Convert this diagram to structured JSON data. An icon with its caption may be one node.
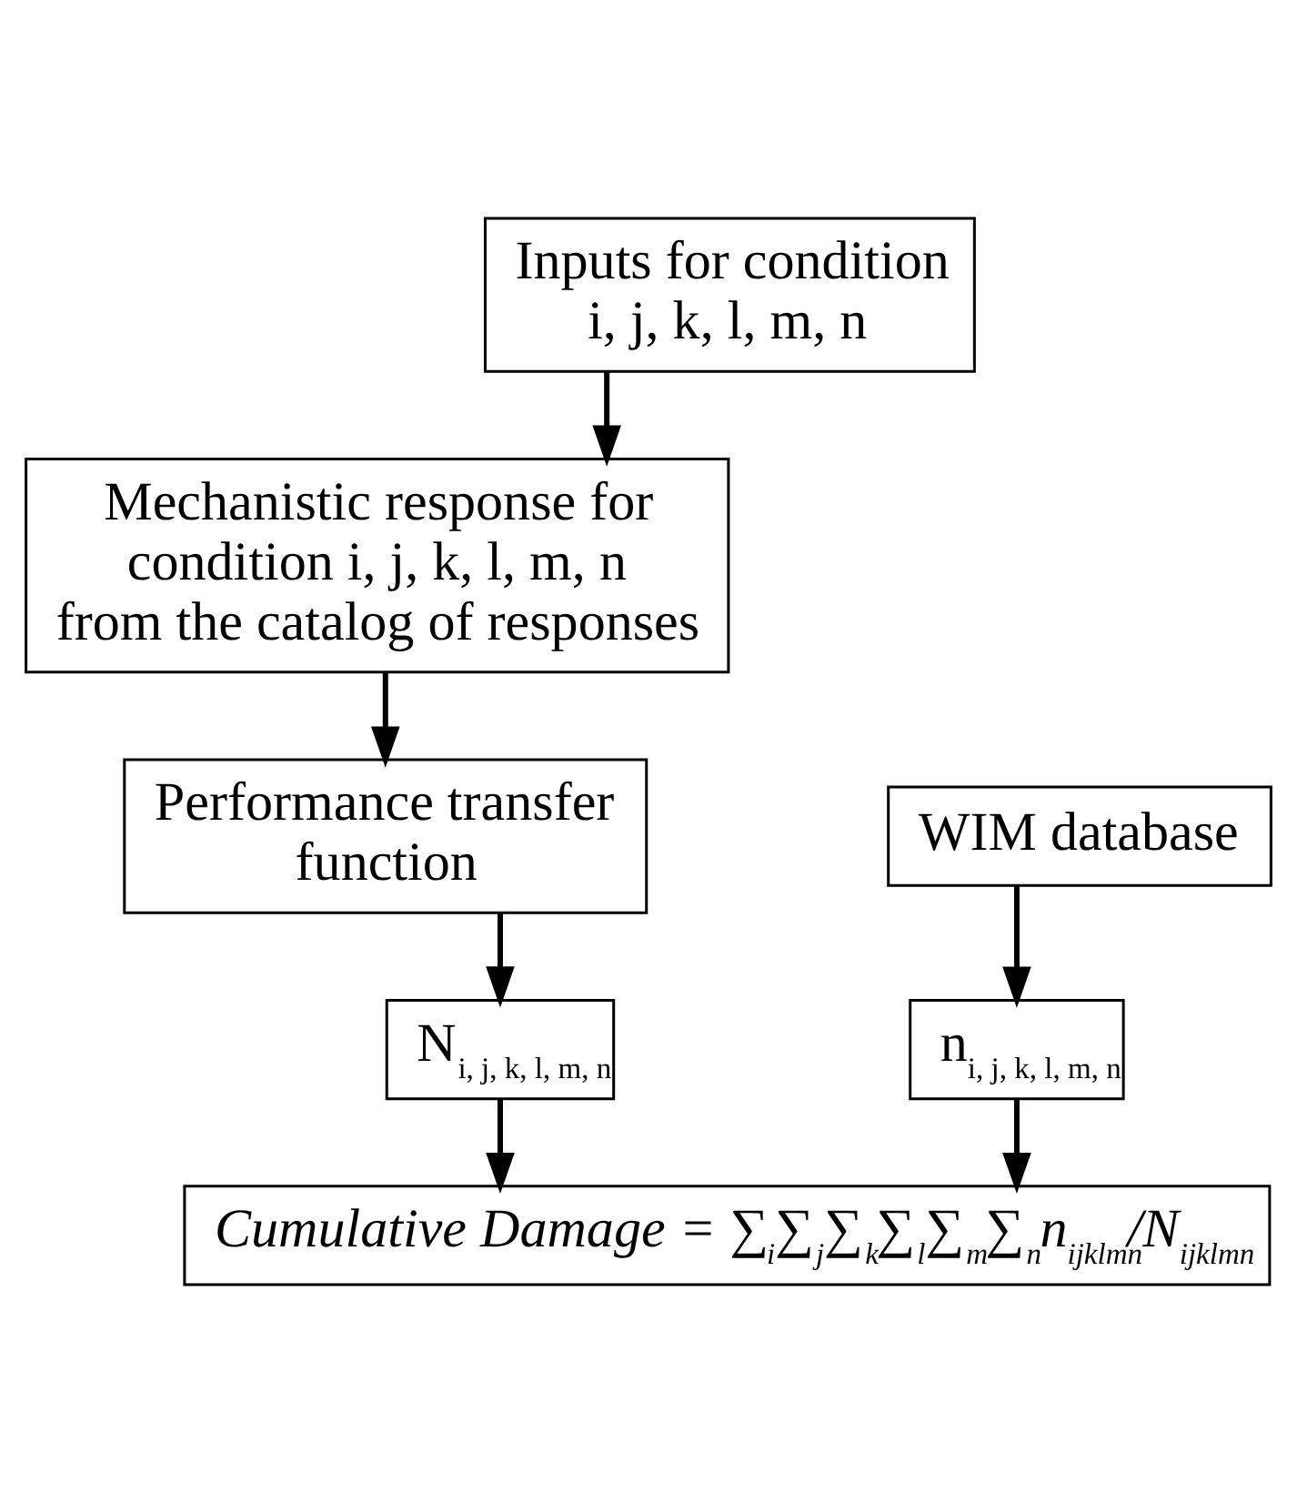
{
  "diagram": {
    "nodes": [
      {
        "text": [
          "Inputs for condition i, j, k, l, m, n"
        ]
      },
      {
        "text": [
          "Mechanistic response for condition i, j, k, l, m, n from the catalog of responses"
        ]
      },
      {
        "text": [
          "Performance transfer function"
        ]
      },
      {
        "text": [
          "WIM database"
        ]
      },
      {
        "text": [
          "N$_{i, j, k, l, m, n}$"
        ]
      },
      {
        "text": [
          "n$_{i, j, k, l, m, n}$"
        ]
      },
      {
        "text": [
          "Cumulative Damage = ∑$_{i}$∑$_{j}$∑$_{k}$∑$_{l}$∑$_{m}$∑$_{n}$n$_{ijklmn}$/N$_{ijklmn}$"
        ]
      }
    ],
    "edges": [
      {
        "from": 0,
        "to": 1,
        "arrow": "to"
      },
      {
        "from": 1,
        "to": 2,
        "arrow": "to"
      },
      {
        "from": 2,
        "to": 4,
        "arrow": "to"
      },
      {
        "from": 3,
        "to": 5,
        "arrow": "to"
      },
      {
        "from": 4,
        "to": 6,
        "arrow": "to"
      },
      {
        "from": 5,
        "to": 6,
        "arrow": "to"
      }
    ]
  }
}
